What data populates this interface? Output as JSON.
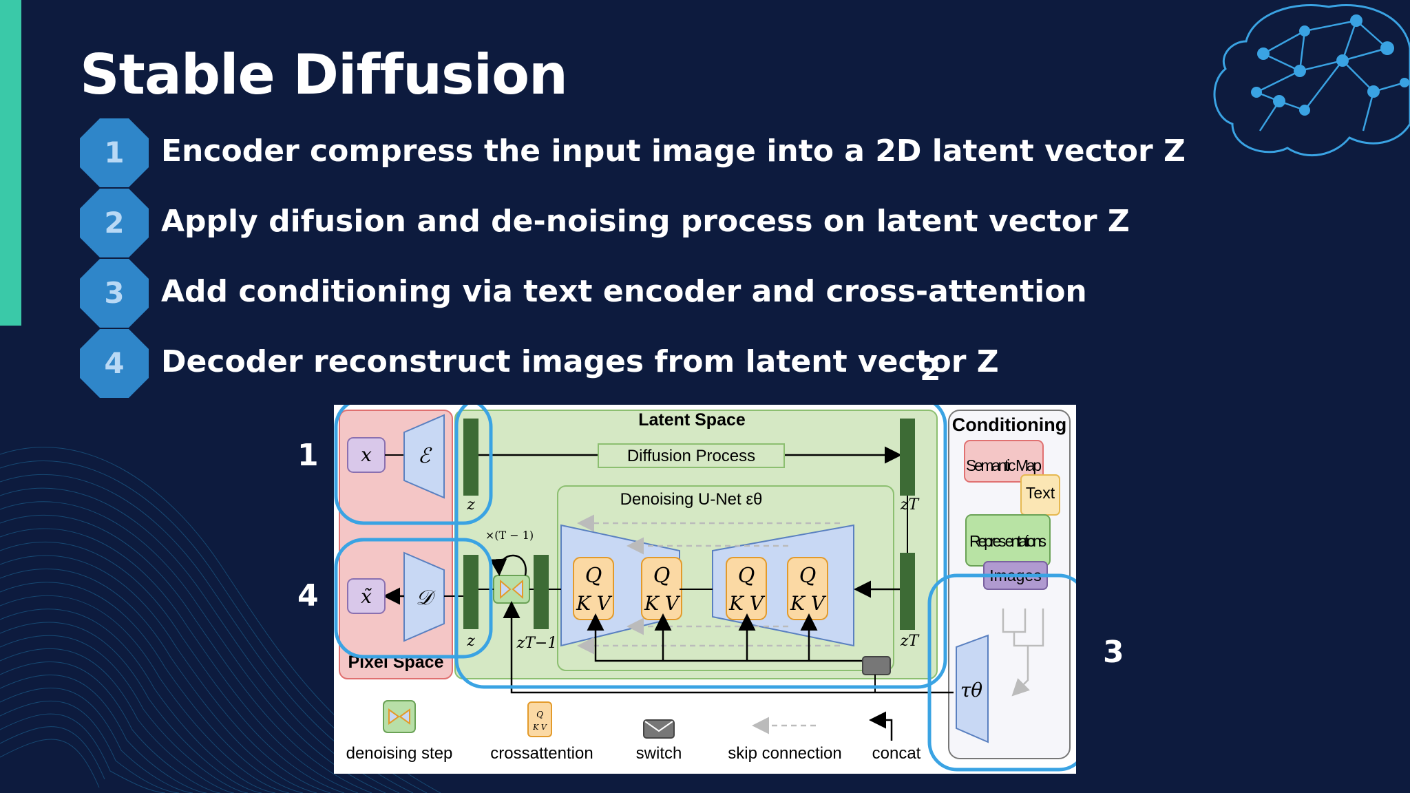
{
  "slide": {
    "title": "Stable Diffusion",
    "steps": [
      {
        "number": "1",
        "text": "Encoder compress the input image into a 2D latent vector Z"
      },
      {
        "number": "2",
        "text": "Apply difusion and de-noising process on latent vector Z"
      },
      {
        "number": "3",
        "text": "Add conditioning via text encoder and cross-attention"
      },
      {
        "number": "4",
        "text": "Decoder reconstruct images from latent vector Z"
      }
    ],
    "markers": {
      "one": "1",
      "two": "2",
      "three": "3",
      "four": "4"
    }
  },
  "diagram": {
    "latent_space": "Latent Space",
    "diffusion_process": "Diffusion Process",
    "denoising_unet": "Denoising U-Net εθ",
    "pixel_space": "Pixel Space",
    "conditioning": "Conditioning",
    "semantic_map": "Semantic Map",
    "text": "Text",
    "representations": "Repres entations",
    "images": "Images",
    "x": "x",
    "x_tilde": "x̃",
    "encoder": "ℰ",
    "decoder": "𝒟",
    "z": "z",
    "z_T": "zT",
    "z_T_lower": "zT",
    "z_lower": "z",
    "z_T_minus_1": "zT−1",
    "times_T_minus_1": "×(T − 1)",
    "tau_theta": "τθ",
    "qkv_q": "Q",
    "qkv_kv": "K V",
    "legend": {
      "denoising_step": "denoising step",
      "crossattention": "crossattention",
      "switch": "switch",
      "skip_connection": "skip connection",
      "concat": "concat"
    }
  },
  "colors": {
    "background": "#0d1b3e",
    "accent_bar": "#3ac9a8",
    "hexagon": "#2f86c9",
    "highlight": "#3aa3e3",
    "latent_green": "#d5e8c4",
    "pixel_pink": "#f4c6c6"
  }
}
